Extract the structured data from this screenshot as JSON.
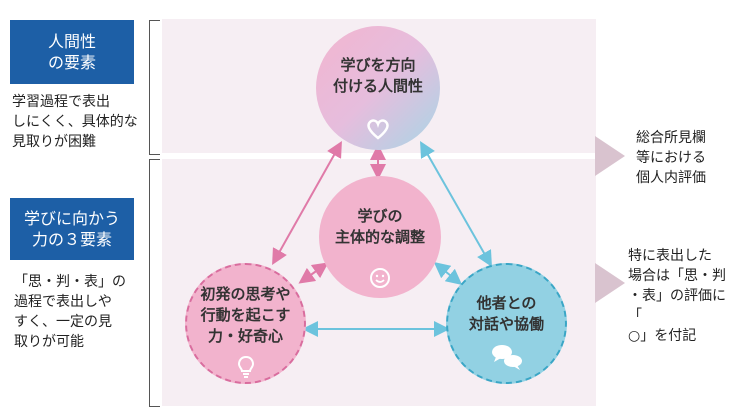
{
  "left": {
    "box1": {
      "line1": "人間性",
      "line2": "の要素"
    },
    "note1": {
      "line1": "学習過程で表出",
      "line2": "しにくく、具体的な",
      "line3": "見取りが困難"
    },
    "box2": {
      "line1": "学びに向かう",
      "line2": "力の３要素"
    },
    "note2": {
      "line1": "「思・判・表」の",
      "line2": "過程で表出しや",
      "line3": "すく、一定の見",
      "line4": "取りが可能"
    }
  },
  "circles": {
    "top": {
      "line1": "学びを方向",
      "line2": "付ける人間性",
      "icon": "heart-icon"
    },
    "middle": {
      "line1": "学びの",
      "line2": "主体的な調整",
      "icon": "smiley-face-icon"
    },
    "left": {
      "line1": "初発の思考や",
      "line2": "行動を起こす",
      "line3": "力・好奇心",
      "icon": "lightbulb-icon"
    },
    "right": {
      "line1": "他者との",
      "line2": "対話や協働",
      "icon": "speech-bubbles-icon"
    }
  },
  "right": {
    "note1": {
      "line1": "総合所見欄",
      "line2": "等における",
      "line3": "個人内評価"
    },
    "note2": {
      "line1": "特に表出した",
      "line2": "場合は「思・判",
      "line3": "・表」の評価に「",
      "line4": "○」を付記"
    }
  },
  "colors": {
    "title_box": "#1d5fa6",
    "panel": "#f6eef3",
    "pink": "#f2b3cd",
    "pink_border": "#d96d9e",
    "blue": "#92d1e3",
    "blue_border": "#3aa6c6",
    "pink_arrow": "#e07aa8",
    "blue_arrow": "#6cc3dd",
    "side_arrow": "#d9c3cf"
  }
}
